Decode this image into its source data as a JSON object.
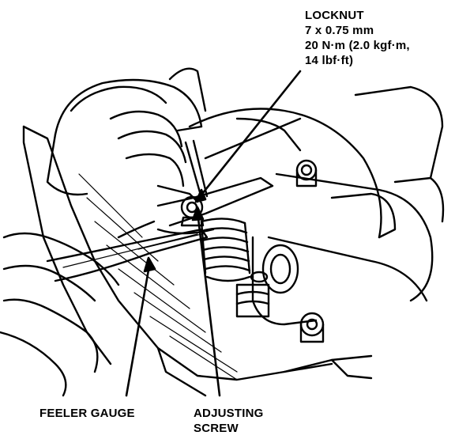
{
  "callouts": {
    "locknut": {
      "name": "LOCKNUT",
      "size": "7 x 0.75 mm",
      "torque_line1": "20 N·m (2.0 kgf·m,",
      "torque_line2": "14 lbf·ft)"
    },
    "feeler_gauge": "FEELER GAUGE",
    "adjusting_screw": {
      "line1": "ADJUSTING",
      "line2": "SCREW"
    }
  },
  "colors": {
    "ink": "#000000",
    "paper": "#ffffff"
  }
}
